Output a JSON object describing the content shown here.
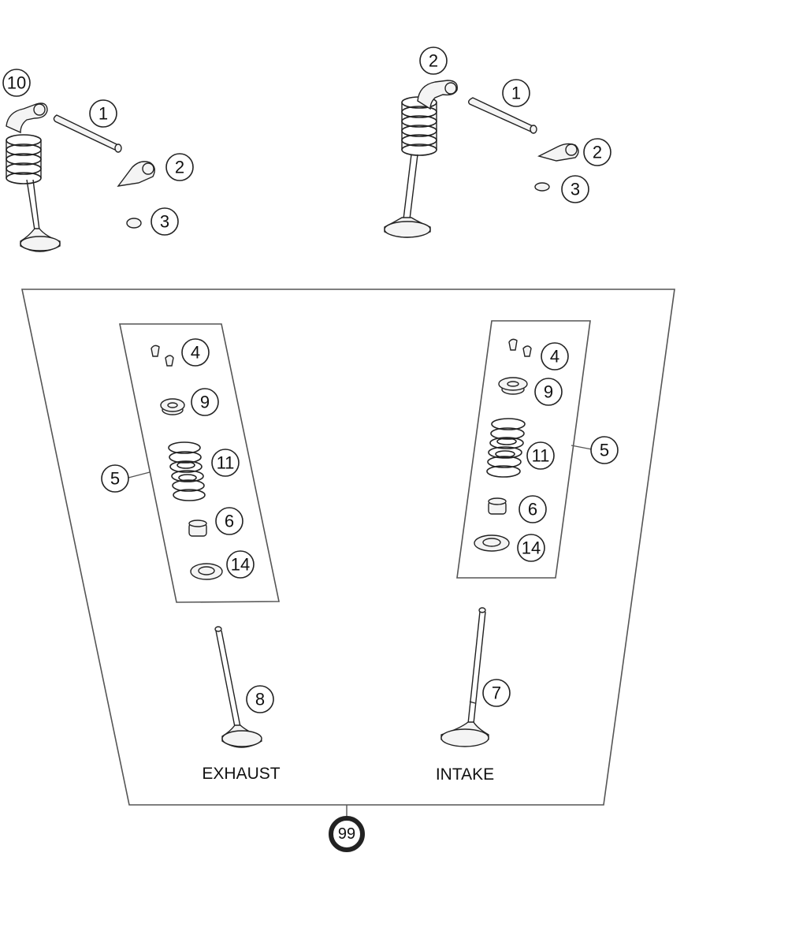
{
  "colors": {
    "background": "#ffffff",
    "line": "#222222",
    "frame": "#555555",
    "highlight": "#f5e400"
  },
  "labels": {
    "exhaust": "EXHAUST",
    "intake": "INTAKE"
  },
  "callouts": {
    "c10_top_left": "10",
    "c1_top_left": "1",
    "c2_top_left": "2",
    "c3_top_left": "3",
    "c2_top_right_valve": "2",
    "c1_top_right": "1",
    "c2_top_right_arm": "2",
    "c3_top_right": "3",
    "c4_left": "4",
    "c9_left": "9",
    "c11_left": "11",
    "c5_left": "5",
    "c6_left": "6",
    "c14_left": "14",
    "c4_right": "4",
    "c9_right": "9",
    "c11_right": "11",
    "c5_right": "5",
    "c6_right": "6",
    "c14_right": "14",
    "c8": "8",
    "c7": "7",
    "c99": "99"
  }
}
